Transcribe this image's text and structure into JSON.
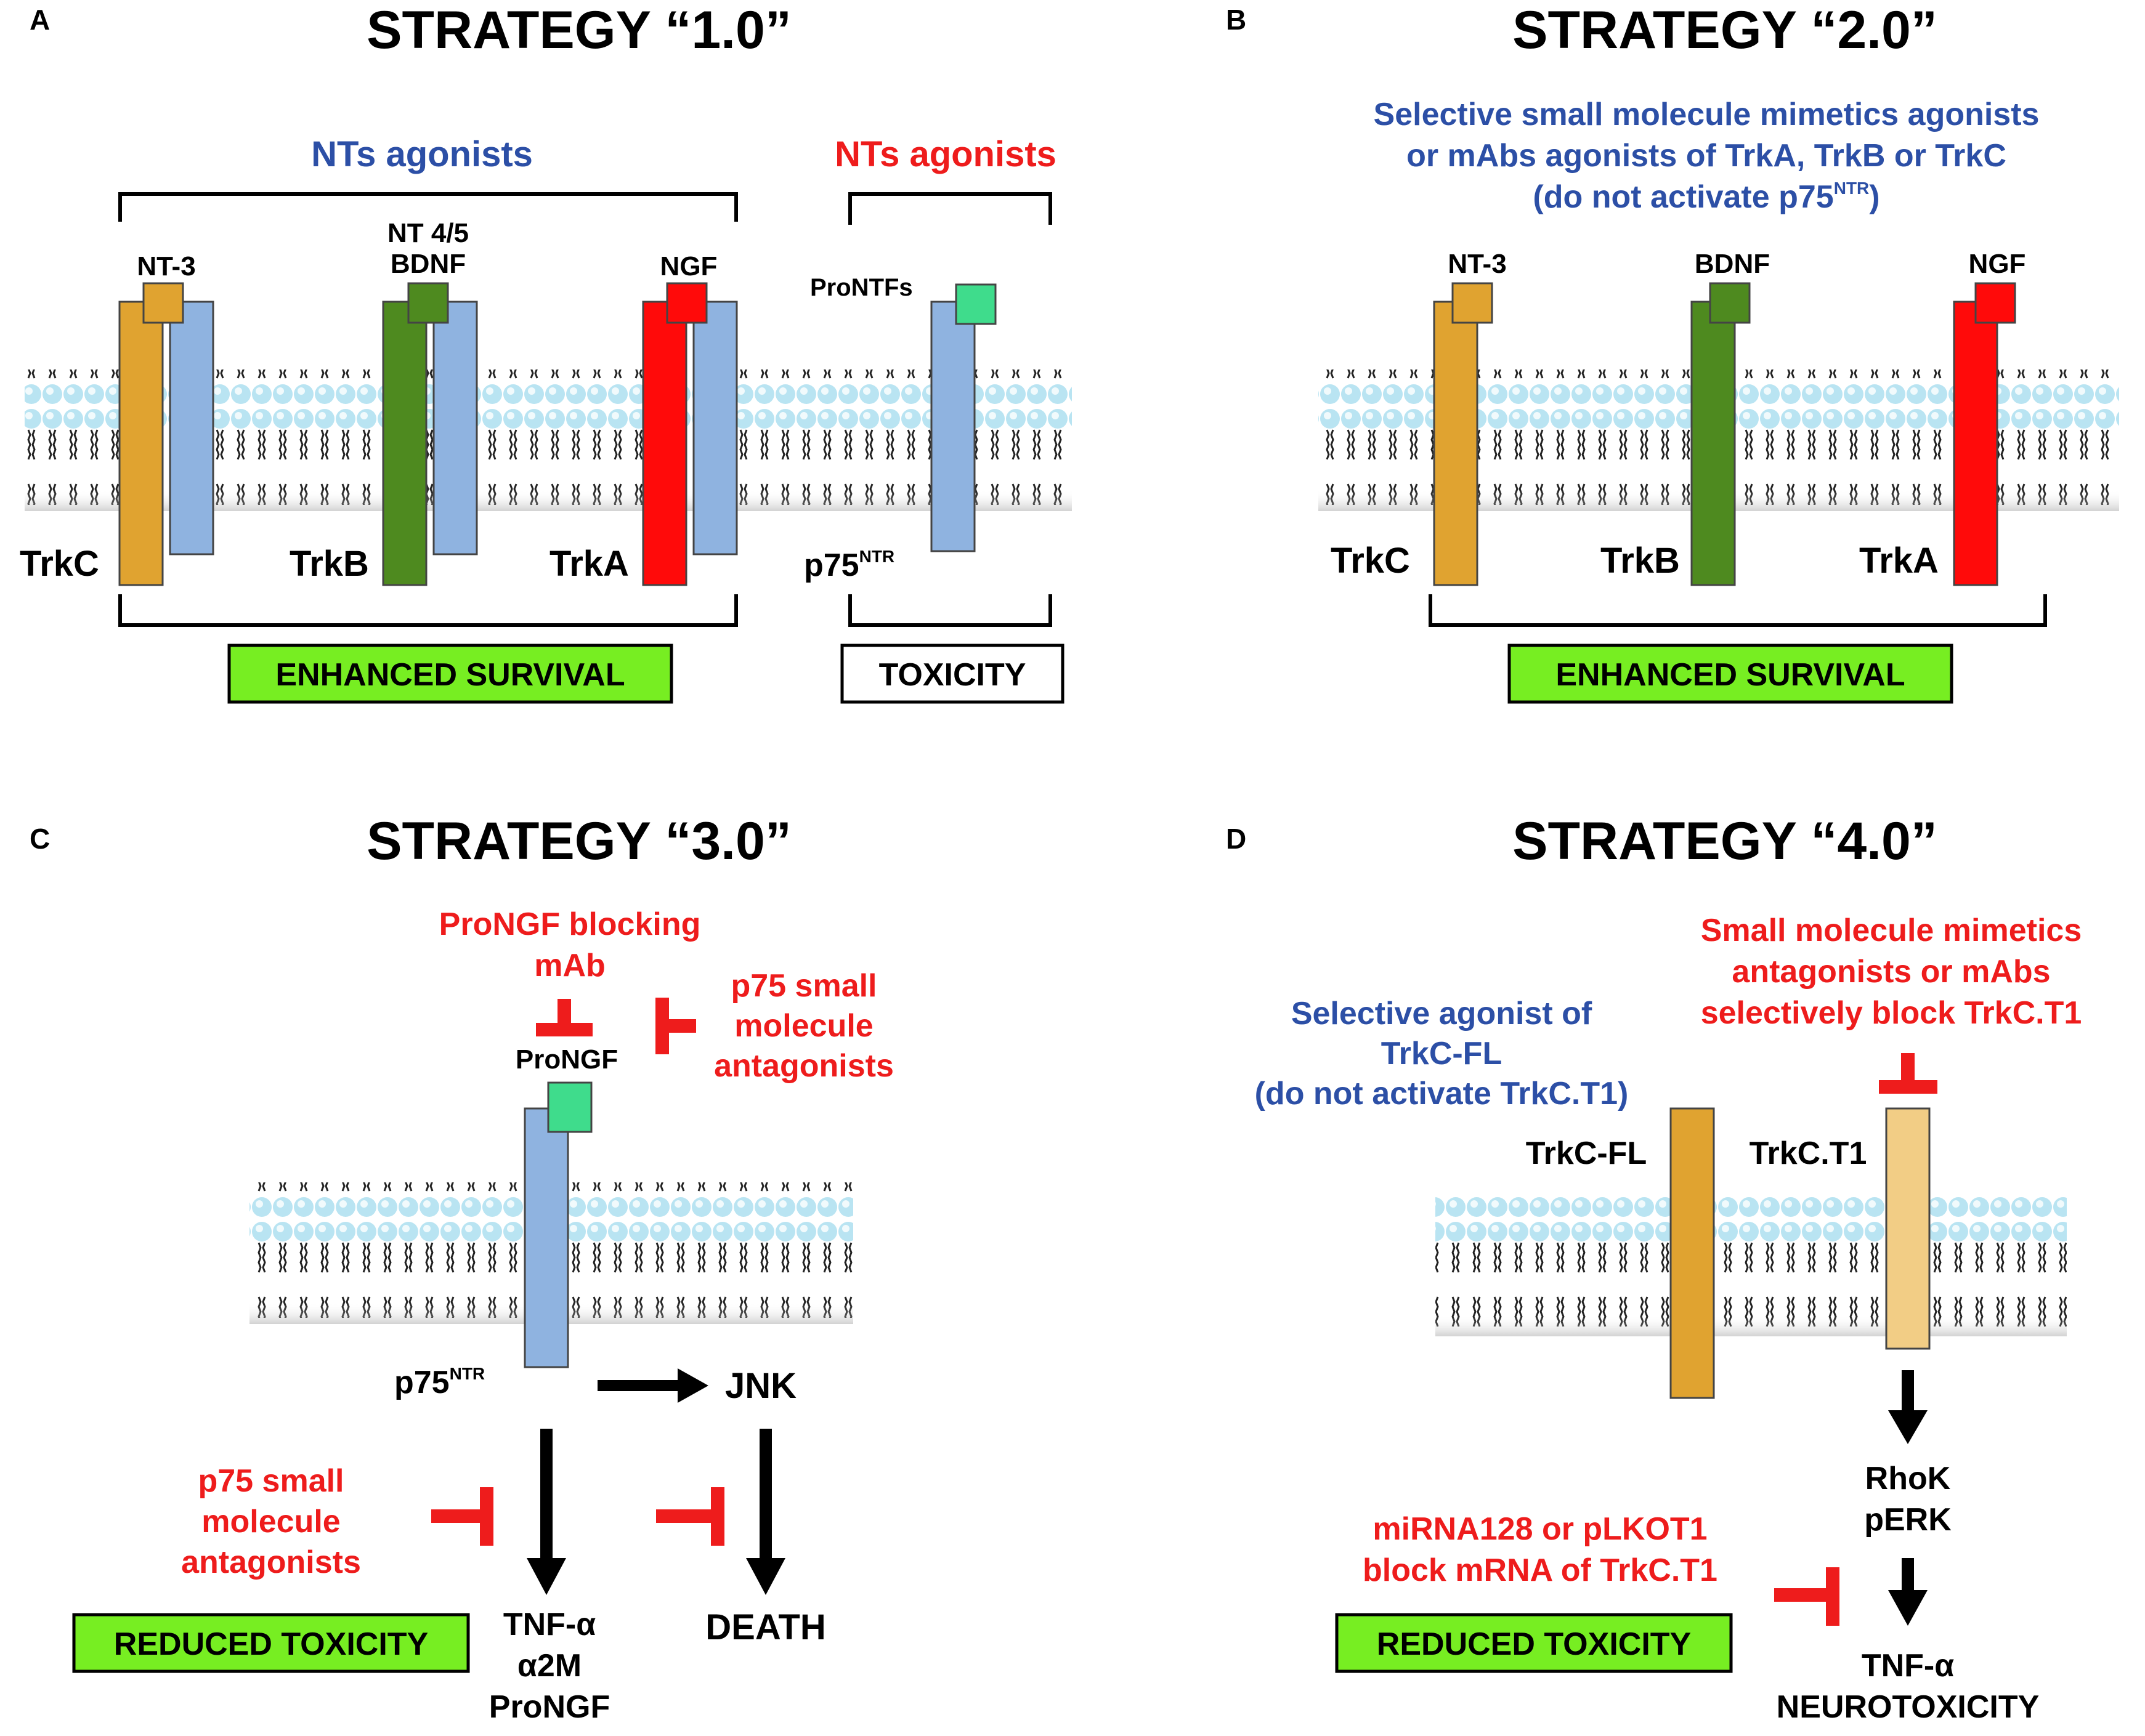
{
  "colors": {
    "trkc": "#e0a330",
    "trkb": "#4e8a1f",
    "trka": "#ff0a0a",
    "p75": "#8fb3e0",
    "trkc_t1": "#f2cd85",
    "ligand_trkc": "#e0a330",
    "ligand_trkb": "#4e8a1f",
    "ligand_trka": "#ff0a0a",
    "pro_ligand": "#3fdc8c",
    "survival_box": "#77ee22",
    "agonist_text": "#2c4fa6",
    "antagonist_text": "#ee1c1c"
  },
  "panel_a": {
    "letter": "A",
    "title": "STRATEGY “1.0”",
    "agonists_left": "NTs agonists",
    "agonists_right": "NTs agonists",
    "ligand_nt3": "NT-3",
    "ligand_nt45": "NT 4/5",
    "ligand_bdnf": "BDNF",
    "ligand_ngf": "NGF",
    "ligand_pro": "ProNTFs",
    "receptor_trkc": "TrkC",
    "receptor_trkb": "TrkB",
    "receptor_trka": "TrkA",
    "receptor_p75": "p75",
    "receptor_p75_sup": "NTR",
    "outcome_survival": "ENHANCED SURVIVAL",
    "outcome_toxicity": "TOXICITY"
  },
  "panel_b": {
    "letter": "B",
    "title": "STRATEGY “2.0”",
    "desc_line1": "Selective small molecule mimetics agonists",
    "desc_line2": "or mAbs agonists of TrkA, TrkB or TrkC",
    "desc_line3": "(do not activate p75",
    "desc_line3_sup": "NTR",
    "desc_line3_end": ")",
    "ligand_nt3": "NT-3",
    "ligand_bdnf": "BDNF",
    "ligand_ngf": "NGF",
    "receptor_trkc": "TrkC",
    "receptor_trkb": "TrkB",
    "receptor_trka": "TrkA",
    "outcome_survival": "ENHANCED SURVIVAL"
  },
  "panel_c": {
    "letter": "C",
    "title": "STRATEGY “3.0”",
    "mab_line1": "ProNGF blocking",
    "mab_line2": "mAb",
    "p75_antag_top_1": "p75 small",
    "p75_antag_top_2": "molecule",
    "p75_antag_top_3": "antagonists",
    "ligand_prongf": "ProNGF",
    "receptor_p75": "p75",
    "receptor_p75_sup": "NTR",
    "jnk": "JNK",
    "p75_antag_bottom_1": "p75 small",
    "p75_antag_bottom_2": "molecule",
    "p75_antag_bottom_3": "antagonists",
    "output_1": "TNF-α",
    "output_2": "α2M",
    "output_3": "ProNGF",
    "death": "DEATH",
    "outcome": "REDUCED TOXICITY"
  },
  "panel_d": {
    "letter": "D",
    "title": "STRATEGY “4.0”",
    "antag_line1": "Small molecule mimetics",
    "antag_line2": "antagonists or mAbs",
    "antag_line3": "selectively block TrkC.T1",
    "agonist_line1": "Selective agonist of",
    "agonist_line2": "TrkC-FL",
    "agonist_line3": "(do not activate TrkC.T1)",
    "receptor_fl": "TrkC-FL",
    "receptor_t1": "TrkC.T1",
    "rhok": "RhoK",
    "perk": "pERK",
    "mirna_line1": "miRNA128 or pLKOT1",
    "mirna_line2": "block mRNA of TrkC.T1",
    "tnf": "TNF-α",
    "neurotox": "NEUROTOXICITY",
    "outcome": "REDUCED TOXICITY"
  }
}
